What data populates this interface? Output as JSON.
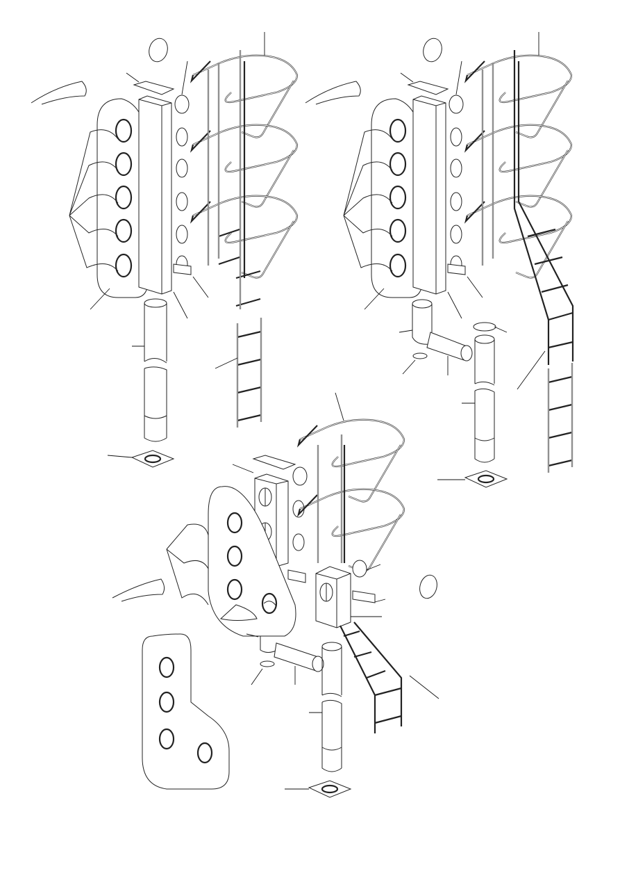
{
  "drawing": {
    "views": [
      "top-left-assembly",
      "top-right-assembly",
      "bottom-assembly"
    ],
    "colors": {
      "line": "#222222",
      "background": "#ffffff"
    }
  }
}
